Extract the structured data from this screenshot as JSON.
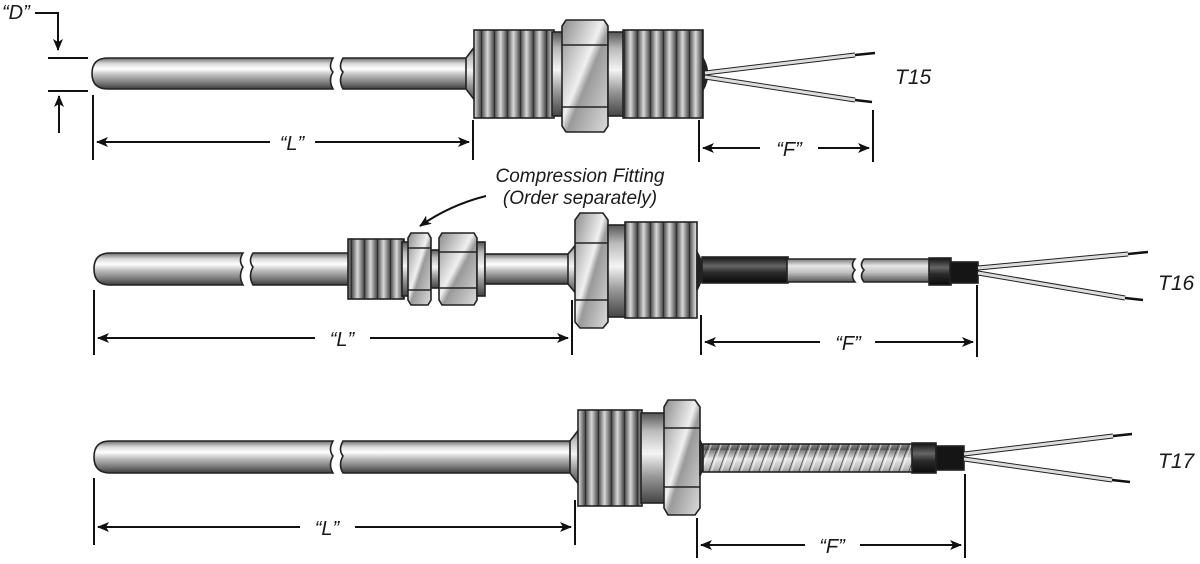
{
  "diagram": {
    "title": "Thermocouple probe configurations",
    "labels": {
      "diameter": "“D”",
      "length": "“L”",
      "flex_length": "“F”",
      "compression_fitting_line1": "Compression Fitting",
      "compression_fitting_line2": "(Order separately)"
    },
    "models": [
      {
        "id": "T15",
        "label": "T15",
        "description": "Probe with double-threaded hex fitting, bare lead wires"
      },
      {
        "id": "T16",
        "label": "T16",
        "description": "Probe with compression fitting, threaded hex fitting, sheathed cable"
      },
      {
        "id": "T17",
        "label": "T17",
        "description": "Probe with threaded hex fitting, armored flexible cable"
      }
    ],
    "colors": {
      "line": "#111111",
      "metal_light": "#f2f2f2",
      "metal_mid": "#a8a8a8",
      "metal_dark": "#5a5a5a",
      "sleeve": "#2b2b2b"
    }
  }
}
